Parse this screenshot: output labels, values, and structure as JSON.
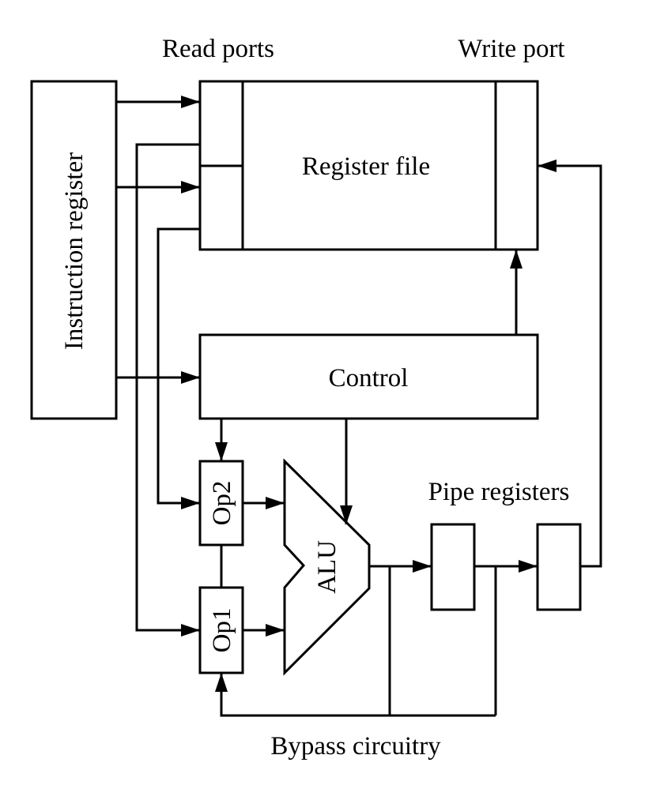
{
  "labels": {
    "read_ports": "Read ports",
    "write_port": "Write port",
    "instruction_register": "Instruction register",
    "register_file": "Register file",
    "control": "Control",
    "op2": "Op2",
    "op1": "Op1",
    "alu": "ALU",
    "pipe_registers": "Pipe registers",
    "bypass_circuitry": "Bypass circuitry"
  },
  "colors": {
    "stroke": "#000000",
    "background": "#ffffff"
  }
}
